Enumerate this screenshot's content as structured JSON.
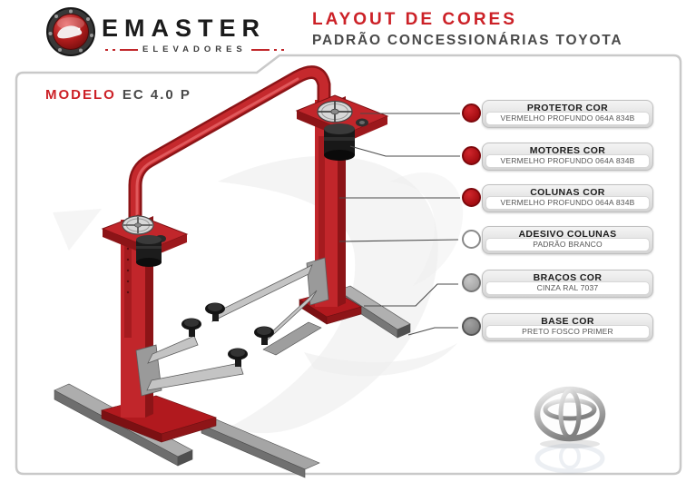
{
  "header": {
    "brand": {
      "name": "EMASTER",
      "tagline": "ELEVADORES"
    },
    "title": "LAYOUT DE CORES",
    "subtitle": "PADRÃO CONCESSIONÁRIAS TOYOTA"
  },
  "model": {
    "label": "MODELO",
    "value": "EC 4.0 P"
  },
  "callouts": [
    {
      "title": "PROTETOR COR",
      "spec": "VERMELHO PROFUNDO 064A 834B",
      "dot_color": "#b11116"
    },
    {
      "title": "MOTORES COR",
      "spec": "VERMELHO PROFUNDO 064A 834B",
      "dot_color": "#b11116"
    },
    {
      "title": "COLUNAS COR",
      "spec": "VERMELHO PROFUNDO 064A 834B",
      "dot_color": "#b11116"
    },
    {
      "title": "ADESIVO COLUNAS",
      "spec": "PADRÃO BRANCO",
      "dot_color": "#ffffff"
    },
    {
      "title": "BRAÇOS COR",
      "spec": "CINZA RAL 7037",
      "dot_color": "#b3b3b3"
    },
    {
      "title": "BASE COR",
      "spec": "PRETO FOSCO PRIMER",
      "dot_color": "#8c8c8c"
    }
  ],
  "palette": {
    "title_red": "#cc2127",
    "machine_red": "#c1262b",
    "machine_red_dark": "#8c1417",
    "machine_gray": "#a8a8a8",
    "pad_black": "#141414",
    "panel_border": "#c9c9c9",
    "text_dark": "#4a4a4a"
  },
  "footer": {
    "emblem": "toyota-emblem"
  }
}
